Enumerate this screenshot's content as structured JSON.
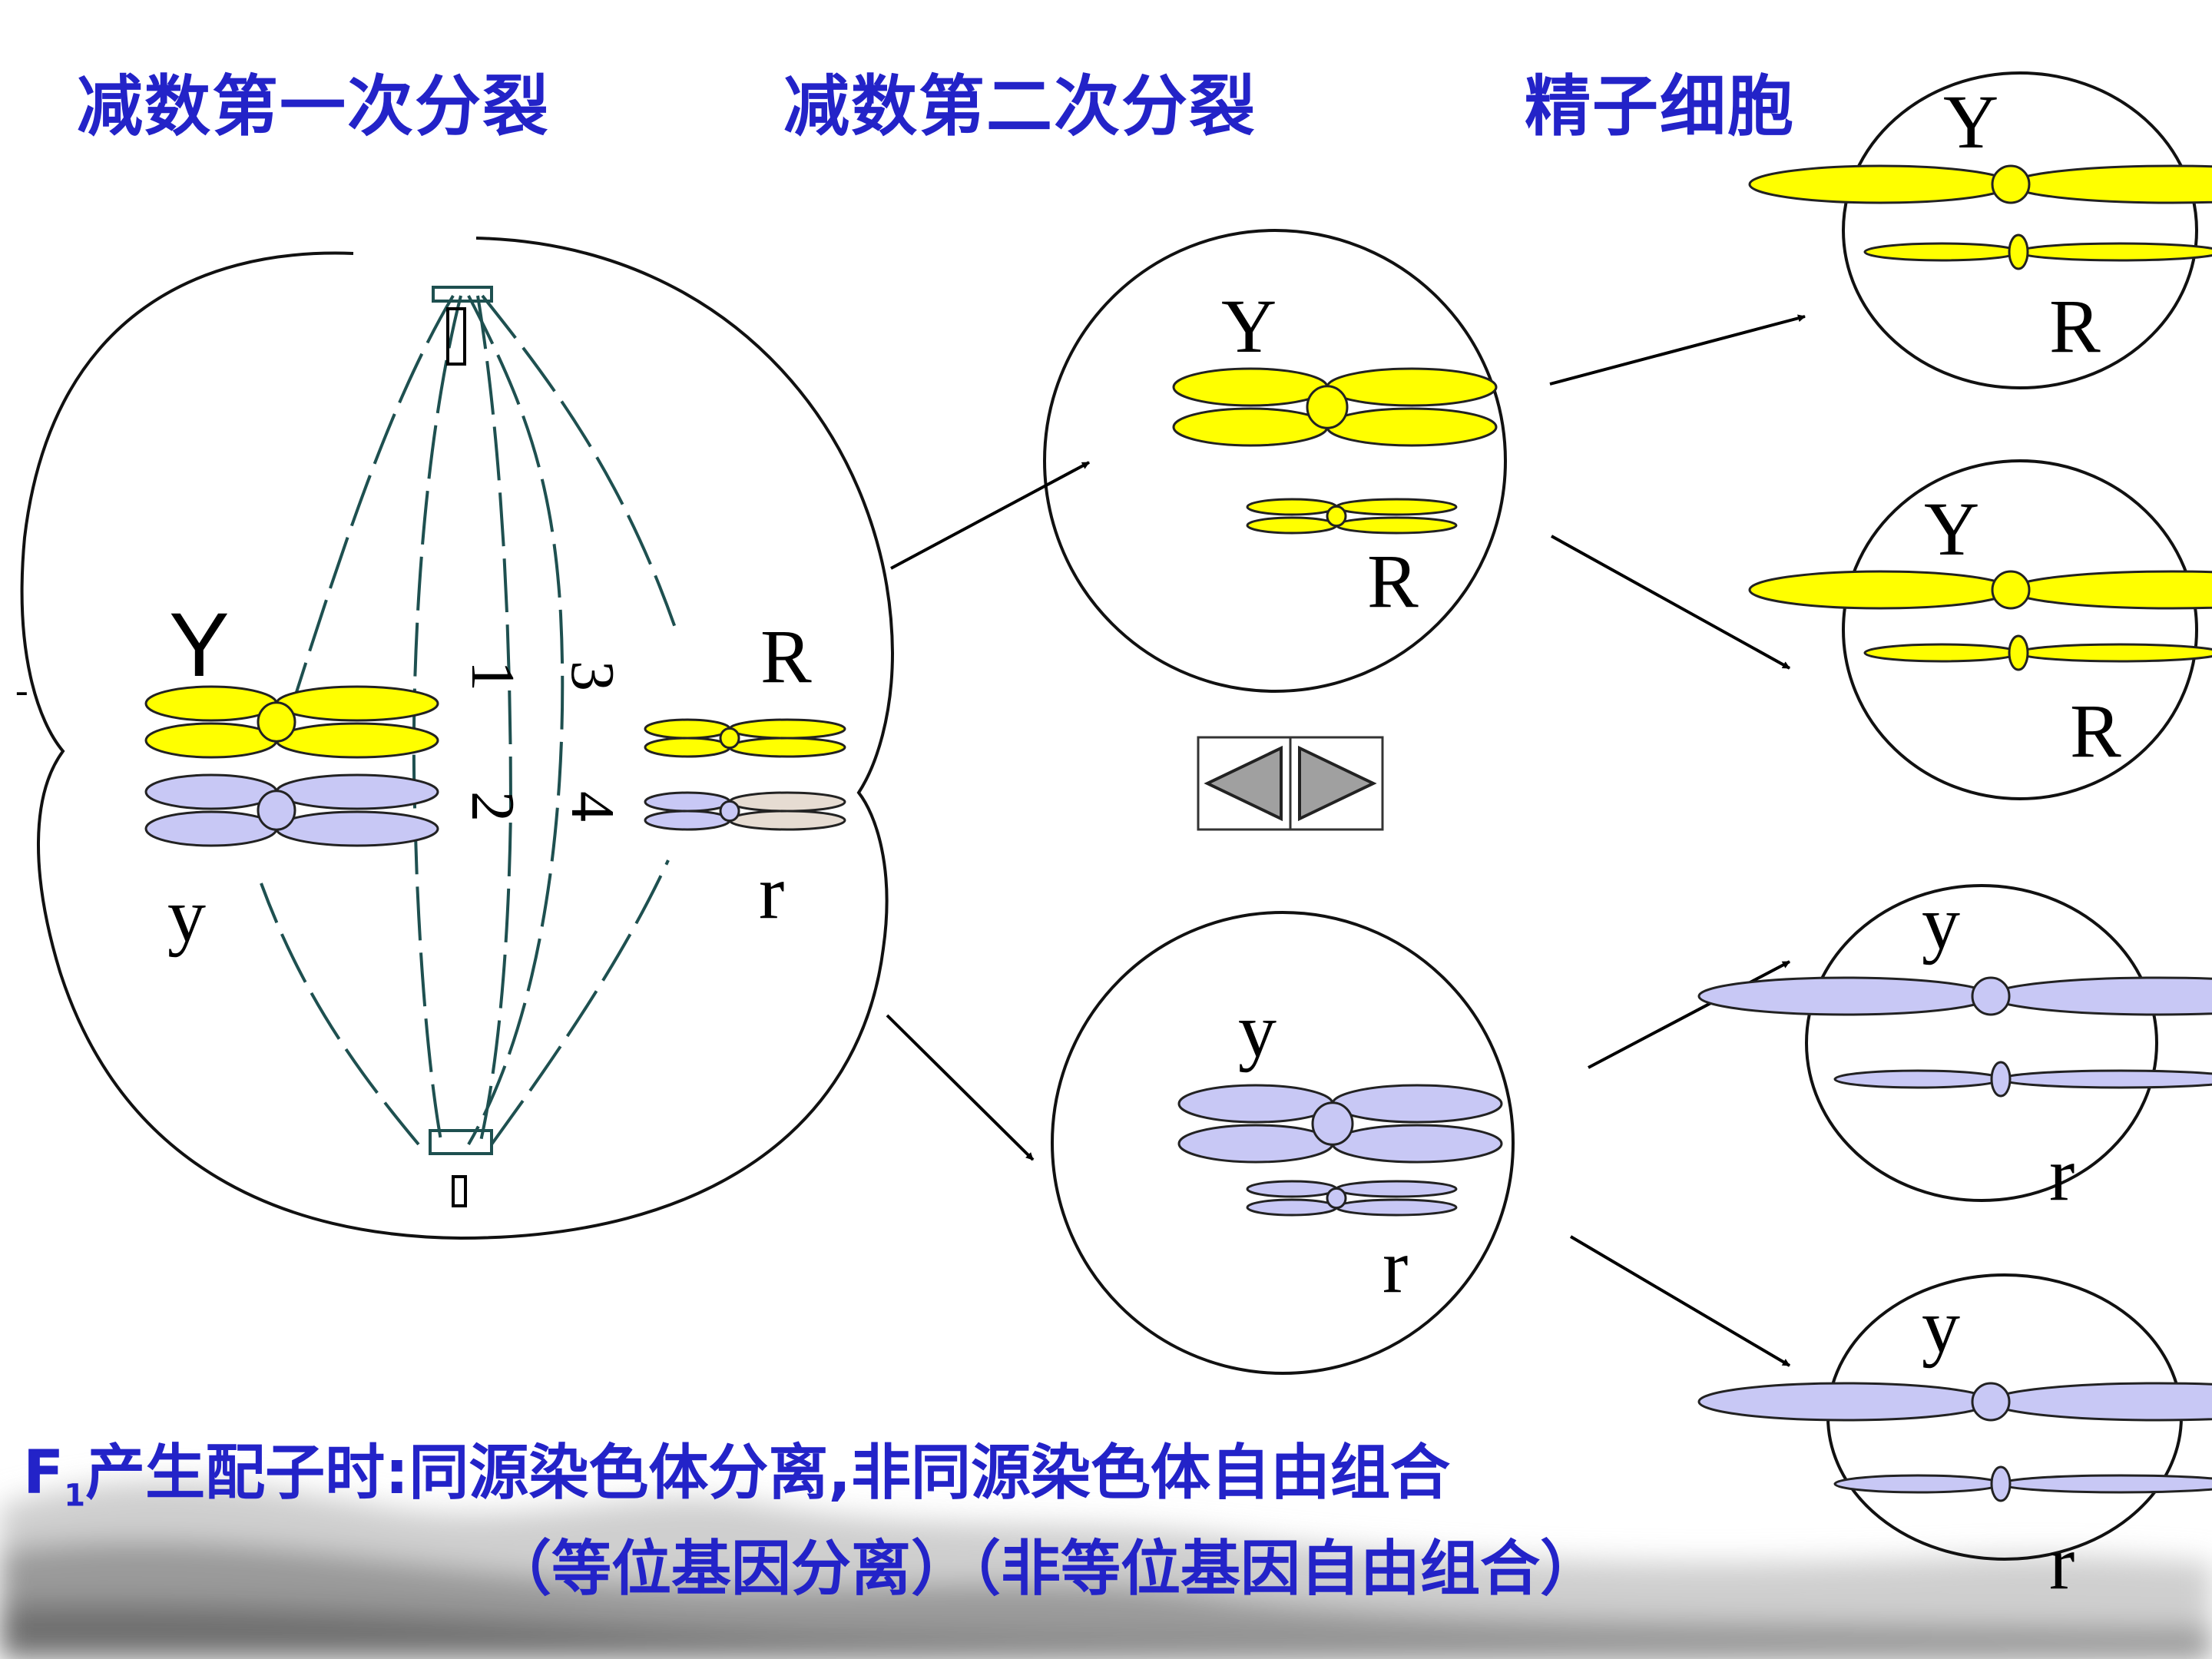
{
  "headings": {
    "meiosis_1": "减数第一次分裂",
    "meiosis_2": "减数第二次分裂",
    "sperm": "精子细胞"
  },
  "caption": {
    "f_letter": "F",
    "f_sub": "1",
    "line1": "产生配子时:同源染色体分离,非同源染色体自由组合",
    "line2": "（等位基因分离）（非等位基因自由组合）"
  },
  "labels": {
    "Y": "Y",
    "y": "y",
    "R": "R",
    "r": "r",
    "n1": "1",
    "n2": "2",
    "n3": "3",
    "n4": "4",
    "tick": "-"
  },
  "icons": [
    "nav-prev-icon",
    "nav-next-icon"
  ],
  "colors": {
    "heading_text": "#2323c8",
    "yellow_chromosome": "#ffff00",
    "lavender_chromosome": "#c8c8f5",
    "beige_arm": "#e6dcd2",
    "spindle": "#1e5050",
    "nav_fill": "#a0a0a0"
  }
}
